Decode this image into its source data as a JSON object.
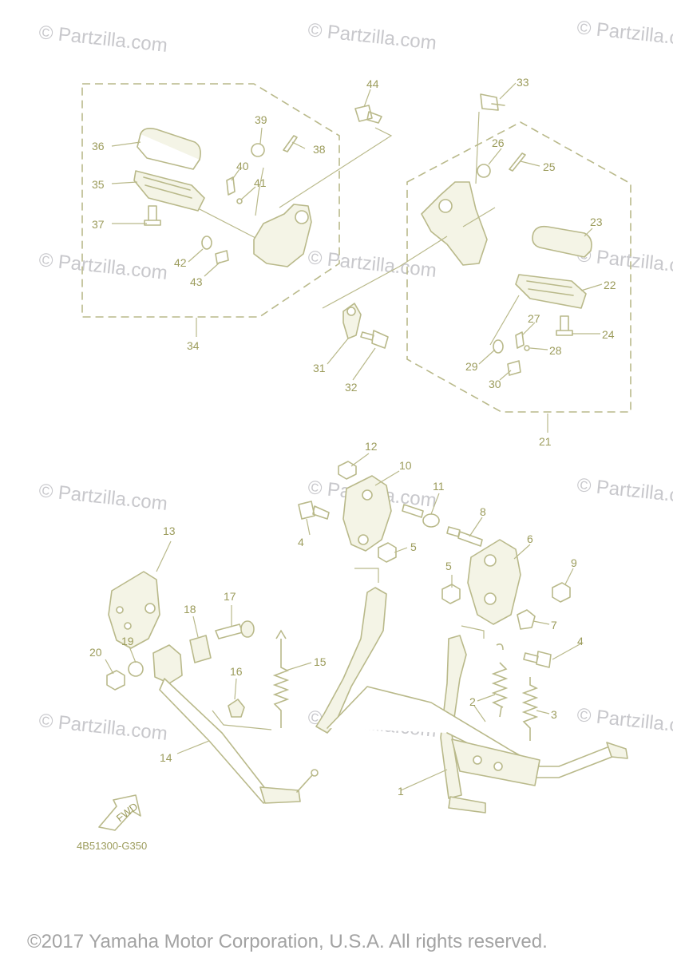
{
  "watermark": "© Partzilla.com",
  "diagram_code": "4B51300-G350",
  "fwd_label": "FWD",
  "copyright": "©2017 Yamaha Motor Corporation, U.S.A. All rights reserved.",
  "callouts": {
    "c1": "1",
    "c2": "2",
    "c3": "3",
    "c4a": "4",
    "c4b": "4",
    "c5a": "5",
    "c5b": "5",
    "c6": "6",
    "c7": "7",
    "c8": "8",
    "c9": "9",
    "c10": "10",
    "c11": "11",
    "c12": "12",
    "c13": "13",
    "c14": "14",
    "c15": "15",
    "c16": "16",
    "c17": "17",
    "c18": "18",
    "c19": "19",
    "c20": "20",
    "c21": "21",
    "c22": "22",
    "c23": "23",
    "c24": "24",
    "c25": "25",
    "c26": "26",
    "c27": "27",
    "c28": "28",
    "c29": "29",
    "c30": "30",
    "c31": "31",
    "c32": "32",
    "c33": "33",
    "c34": "34",
    "c35": "35",
    "c36": "36",
    "c37": "37",
    "c38": "38",
    "c39": "39",
    "c40": "40",
    "c41": "41",
    "c42": "42",
    "c43": "43",
    "c44": "44"
  }
}
